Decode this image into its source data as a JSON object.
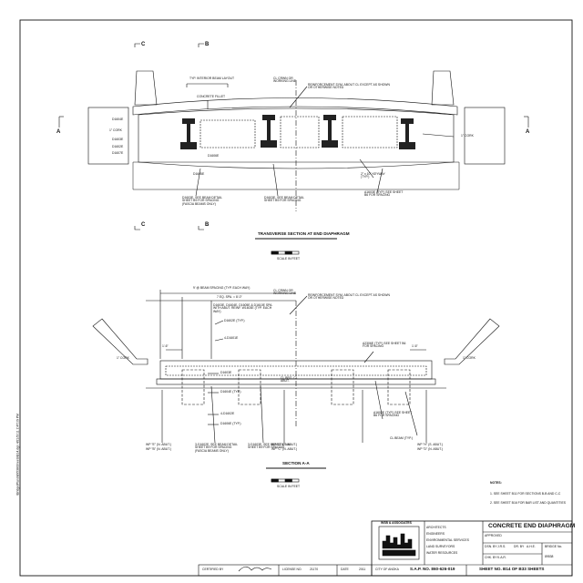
{
  "drawing": {
    "title": "CONCRETE END DIAPHRAGM",
    "sap_no": "S.A.P. NO. 860-626-019",
    "sheet": "SHEET NO. B14 OF B33 SHEETS",
    "bridge_label": "BRIDGE No.",
    "bridge_no": "89538",
    "license_label": "LICENSE NO.",
    "license_no": "21170",
    "date_label": "DATE",
    "date_year": "2011",
    "certified_label": "CERTIFIED BY",
    "county": "CITY OF ANOKA",
    "side_path": "\\Bridge\\Plans\\89538\\Sheets\\B14.dgn 4/21/2011 2:47:09 PM"
  },
  "section_transverse": {
    "title": "TRANSVERSE SECTION AT END DIAPHRAGM",
    "scale": "SCALE IN FEET",
    "cut_left": "C",
    "cut_right": "B",
    "cut_a": "A",
    "labels": {
      "typ_interior": "TYP. INTERIOR BEAM LAYOUT",
      "concrete_fillet": "CONCRETE FILLET",
      "cl_crwn": "CL CRWN OR WORKING LINE",
      "reinf_sym": "REINFORCEMENT SYM. ABOUT CL EXCEPT AS SHOWN OR OTHERWISE NOTED",
      "cork_left": "1\" CORK",
      "cork_right": "1\" CORK",
      "keyway": "2\" x 10\" KEYWAY (TYP.)",
      "a1603e": "A1603E (TYP.) SEE SHEET B6 FOR SPACING",
      "d1603e_left": "D1603E, SEE BEAM DETAIL SHEET B9 FOR SPACING (FASCIA BEAMS ONLY)",
      "d1603e_mid": "D1603E, SEE BEAM DETAIL SHEET B9 FOR SPACING",
      "bars": [
        "D1604E",
        "D1603E",
        "D1602E",
        "D1607E",
        "D1605E",
        "D1606E"
      ]
    }
  },
  "section_aa": {
    "title": "SECTION A-A",
    "scale": "SCALE IN FEET",
    "labels": {
      "beam_spacing": "9' @ BEAM SPACING (TYP. EACH WAY)",
      "spa": "7 EQ. SPA. = 8'-0\"",
      "bars_list": "D1603E, D1604E, D1605E & D1610E SPA. WITH ABUT. REINF. W1603E (TYP. EACH WAY)",
      "d1602e_typ": "D1602E (TYP.)",
      "d1601e_1": "4-D1601E",
      "d1603e": "D1603E",
      "d1604e": "D1604E (TYP.)",
      "d1601e_2": "4-D1602E",
      "d1604e_b": "D1606E (TYP.)",
      "a2306e": "A2306E (TYP.) SEE SHEET B6 FOR SPACING",
      "a1603e": "A1603E (TYP.) SEE SHEET B6 FOR SPACING",
      "cl_brg": "CL BRG. CL ABUT.",
      "cl_beam": "CL BEAM (TYP.)",
      "cork": "1\" CORK",
      "cl_crwn": "CL CRWN OR WORKING LINE",
      "reinf_sym": "REINFORCEMENT SYM. ABOUT CL EXCEPT AS SHOWN OR OTHERWISE NOTED",
      "bottom_left": "3-D1602E, SEE BEAM DETAIL SHEET B9 FOR SPACING (FASCIA BEAMS ONLY)",
      "bottom_mid": "3-D1603E, SEE BEAM DETAIL SHEET B9 FOR SPACING",
      "wp_l1": "WP \"E\" (N. ABUT.)",
      "wp_l2": "WP \"B\" (N. ABUT.)",
      "wp_m1": "WP \"G\" (S. ABUT.)",
      "wp_m2": "WP \"C\" (N. ABUT.)",
      "wp_r1": "WP \"H\" (S. ABUT.)",
      "wp_r2": "WP \"D\" (N. ABUT.)",
      "dim_a": "1'-6\"",
      "dim_b": "1'-6\""
    }
  },
  "notes": {
    "title": "NOTES:",
    "items": [
      "1.  SEE SHEET B11 FOR SECTIONS B-B AND C-C",
      "2.  SEE SHEET B16 FOR BAR LIST AND QUANTITIES"
    ]
  },
  "titleblock": {
    "firm": "WSB & ASSOCIATES",
    "services": [
      "ARCHITECTS",
      "ENGINEERS",
      "ENVIRONMENTAL SERVICES",
      "LAND SURVEYORS",
      "WATER RESOURCES"
    ],
    "approved": "APPROVED",
    "dsn_by": "DSN. BY",
    "chk_by": "CHK. BY",
    "dr_by": "DR. BY",
    "dsn_val": "J.R.S.",
    "chk_val": "K.A.R.",
    "dr_val": "A.H.E."
  }
}
